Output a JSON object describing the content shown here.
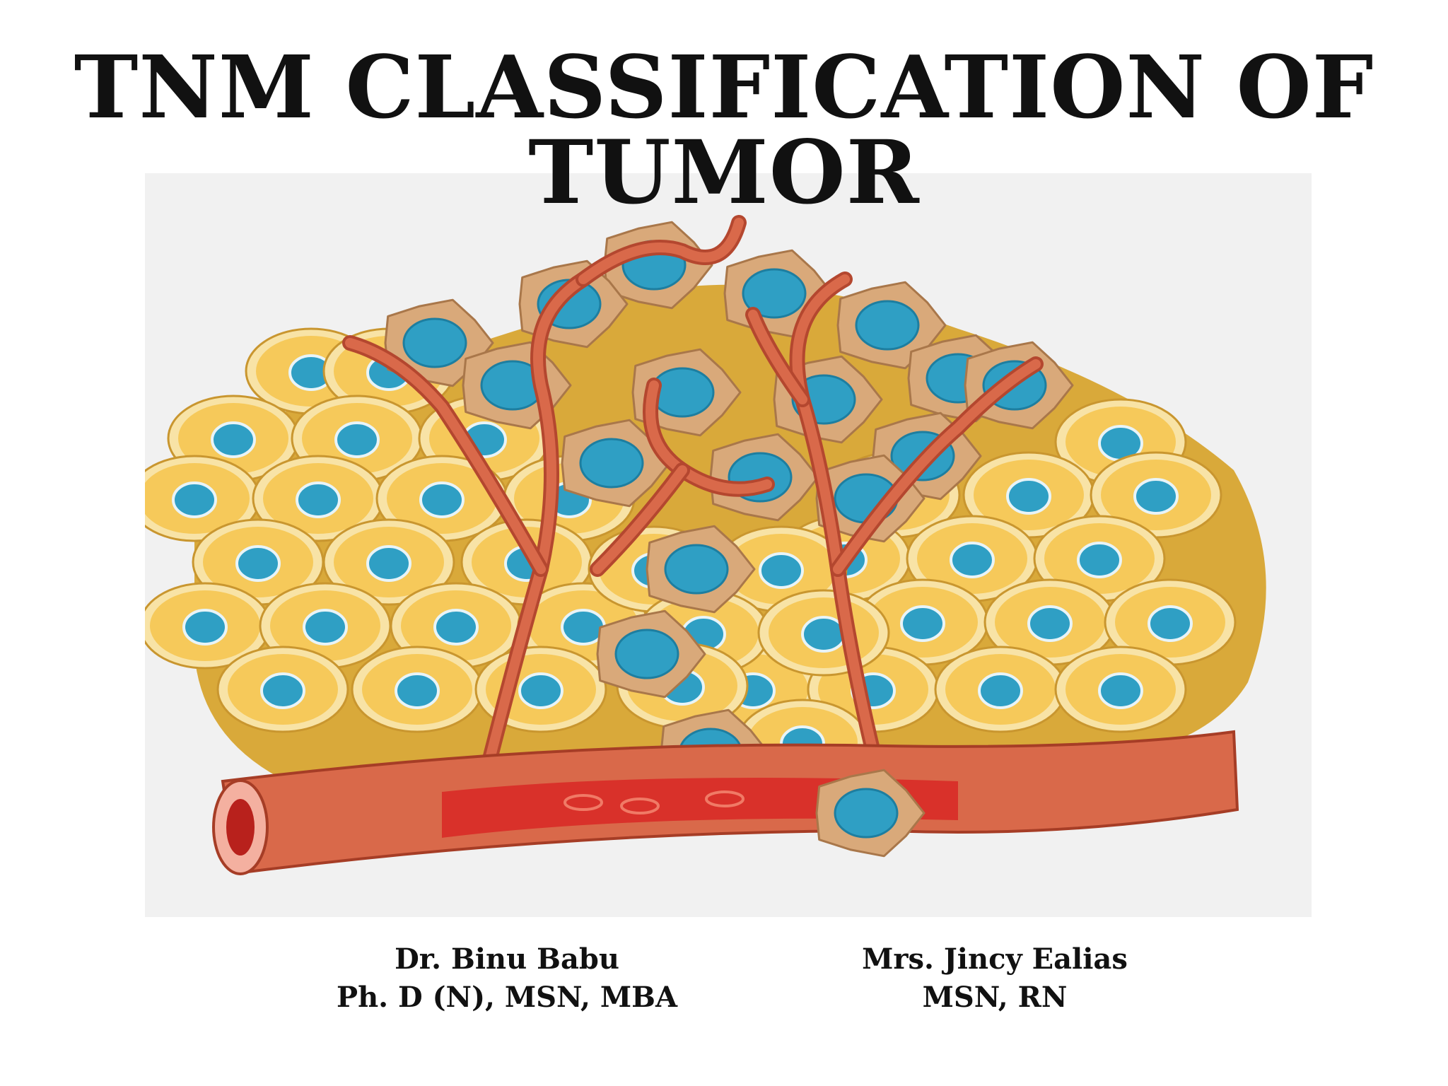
{
  "slide": {
    "title_line1": "TNM CLASSIFICATION OF",
    "title_line2": "TUMOR"
  },
  "authors": [
    {
      "name": "Dr. Binu Babu",
      "credentials": "Ph. D (N), MSN, MBA"
    },
    {
      "name": "Mrs. Jincy Ealias",
      "credentials": "MSN, RN"
    }
  ],
  "colors": {
    "background": "#ffffff",
    "illustration_bg": "#f1f1f1",
    "normal_cell": "#f6c95a",
    "tumor_cell": "#d9a97a",
    "nucleus": "#2f9fc4",
    "vessel": "#d9694a",
    "blood": "#d9312a"
  },
  "illustration": {
    "subject": "tumor-cells-with-blood-vessel-illustration"
  }
}
